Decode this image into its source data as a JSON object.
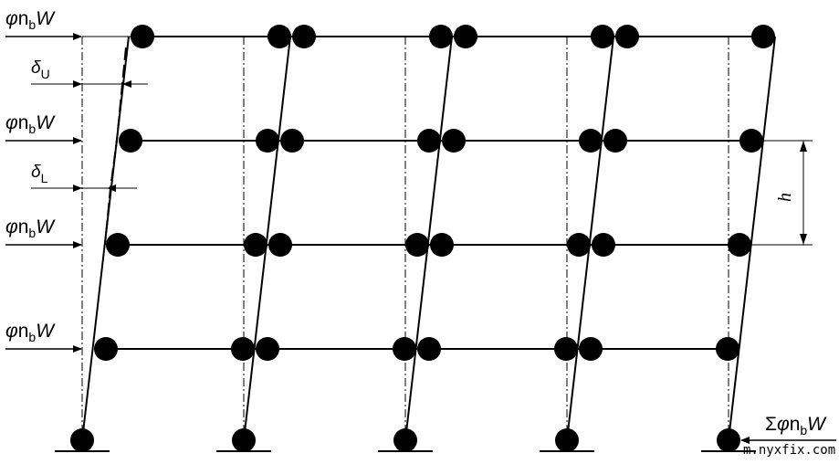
{
  "diagram": {
    "lateral_loads": [
      {
        "phi": "φ",
        "n": "n",
        "sub": "b",
        "w": "W"
      },
      {
        "phi": "φ",
        "n": "n",
        "sub": "b",
        "w": "W"
      },
      {
        "phi": "φ",
        "n": "n",
        "sub": "b",
        "w": "W"
      },
      {
        "phi": "φ",
        "n": "n",
        "sub": "b",
        "w": "W"
      }
    ],
    "delta_upper": {
      "symbol": "δ",
      "sub": "U"
    },
    "delta_lower": {
      "symbol": "δ",
      "sub": "L"
    },
    "story_height": "h",
    "base_reaction": {
      "sigma": "Σ",
      "phi": "φ",
      "n": "n",
      "sub": "b",
      "w": "W"
    },
    "watermark": "m.nyxfix.com",
    "column_count": 5,
    "story_count": 4,
    "colors": {
      "line": "#000000",
      "background": "#ffffff"
    }
  }
}
